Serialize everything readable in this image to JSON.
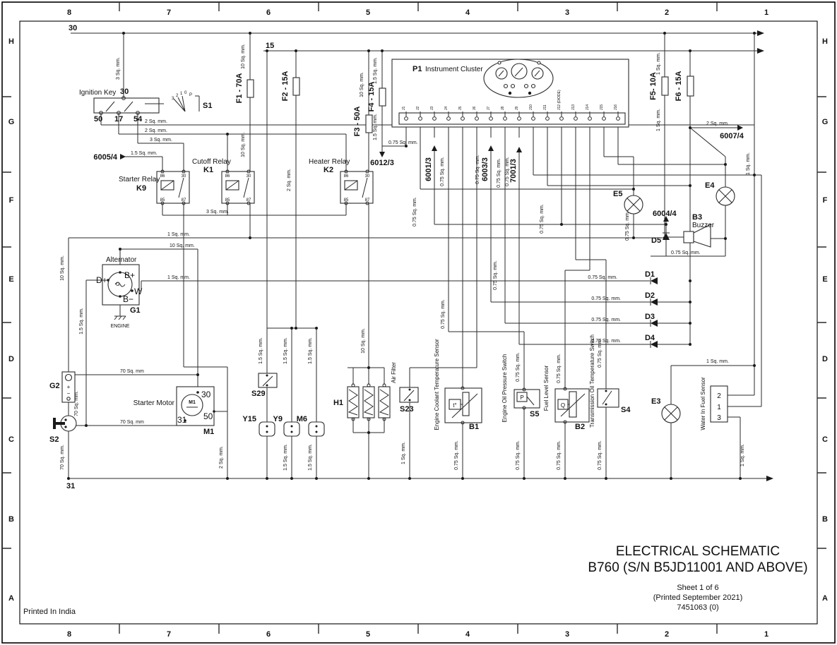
{
  "colors": {
    "ink": "#1a1a1a",
    "paper": "#ffffff"
  },
  "frame": {
    "cols": [
      "8",
      "7",
      "6",
      "5",
      "4",
      "3",
      "2",
      "1"
    ],
    "rows": [
      "H",
      "G",
      "F",
      "E",
      "D",
      "C",
      "B",
      "A"
    ],
    "printed_in": "Printed In India"
  },
  "title_block": {
    "line1": "ELECTRICAL SCHEMATIC",
    "line2": "B760 (S/N B5JD11001 AND ABOVE)",
    "sheet": "Sheet 1 of 6",
    "printed": "(Printed September 2021)",
    "number": "7451063 (0)"
  },
  "buses": {
    "b30": "30",
    "b15": "15",
    "b31": "31"
  },
  "sizes": {
    "s075": "0.75 Sq. mm.",
    "s1": "1 Sq. mm.",
    "s15": "1.5 Sq. mm.",
    "s2": "2 Sq. mm.",
    "s3": "3 Sq. mm.",
    "s10": "10 Sq. mm.",
    "s70h": "70 Sq. mm",
    "s70v": "70 Sq. mm."
  },
  "refs": {
    "r6005": "6005/4",
    "r6012": "6012/3",
    "r6001": "6001/3",
    "r6003": "6003/3",
    "r7001": "7001/3",
    "r6004": "6004/4",
    "r6007": "6007/4"
  },
  "components": {
    "ignition": {
      "name": "Ignition Key",
      "t30": "30",
      "t50": "50",
      "t17": "17",
      "t54": "54"
    },
    "s1": {
      "id": "S1",
      "positions": [
        "3",
        "2",
        "1",
        "0",
        "P"
      ]
    },
    "k9": {
      "name": "Starter Relay",
      "id": "K9"
    },
    "k1": {
      "name": "Cutoff Relay",
      "id": "K1"
    },
    "k2": {
      "name": "Heater Relay",
      "id": "K2"
    },
    "relay_pins": {
      "p86": "86",
      "p30": "30",
      "p85": "85",
      "p87": "87"
    },
    "fuses": {
      "f1": "F1 - 70A",
      "f2": "F2 - 15A",
      "f3": "F3 - 50A",
      "f4": "F4 - 15A",
      "f5": "F5- 10A",
      "f6": "F6 - 15A"
    },
    "p1": {
      "id": "P1",
      "name": "Instrument Cluster",
      "pins": [
        "J1",
        "J2",
        "J3",
        "J4",
        "J5",
        "J6",
        "J7",
        "J8",
        "J9",
        "J10",
        "J11",
        "J12 (DIODE)",
        "J13",
        "J14",
        "J15",
        "J16"
      ]
    },
    "g1": {
      "name": "Alternator",
      "id": "G1",
      "bplus": "B+",
      "dplus": "D+",
      "w": "W",
      "bminus": "B−",
      "ground": "ENGINE",
      "inner": "G"
    },
    "g2": {
      "id": "G2",
      "plus": "+",
      "minus": "−"
    },
    "s2": {
      "id": "S2"
    },
    "m1": {
      "name": "Starter Motor",
      "id": "M1",
      "inner": "M1",
      "t30": "30",
      "t50": "50",
      "t31": "31"
    },
    "s29": {
      "id": "S29"
    },
    "y15": {
      "id": "Y15"
    },
    "y9": {
      "id": "Y9"
    },
    "m6": {
      "id": "M6"
    },
    "h1": {
      "id": "H1"
    },
    "s23": {
      "name": "Air Filter",
      "id": "S23"
    },
    "b1": {
      "name": "Engine Coolant Temperature Sensor",
      "id": "B1",
      "symbol": "t°"
    },
    "s5": {
      "name": "Engine Oil Pressure Switch",
      "id": "S5",
      "symbol": "P"
    },
    "b2": {
      "name": "Fuel Level Sensor",
      "id": "B2",
      "symbol": "Q"
    },
    "s4": {
      "name": "Transmission Oil Temperature Switch",
      "id": "S4"
    },
    "e3": {
      "id": "E3"
    },
    "e4": {
      "id": "E4"
    },
    "e5": {
      "id": "E5"
    },
    "d1": {
      "id": "D1"
    },
    "d2": {
      "id": "D2"
    },
    "d3": {
      "id": "D3"
    },
    "d4": {
      "id": "D4"
    },
    "d5": {
      "id": "D5"
    },
    "b3": {
      "id": "B3",
      "name": "Buzzer"
    },
    "wif": {
      "name": "Water In Fuel Sensor",
      "pins": [
        "2",
        "1",
        "3"
      ]
    }
  }
}
